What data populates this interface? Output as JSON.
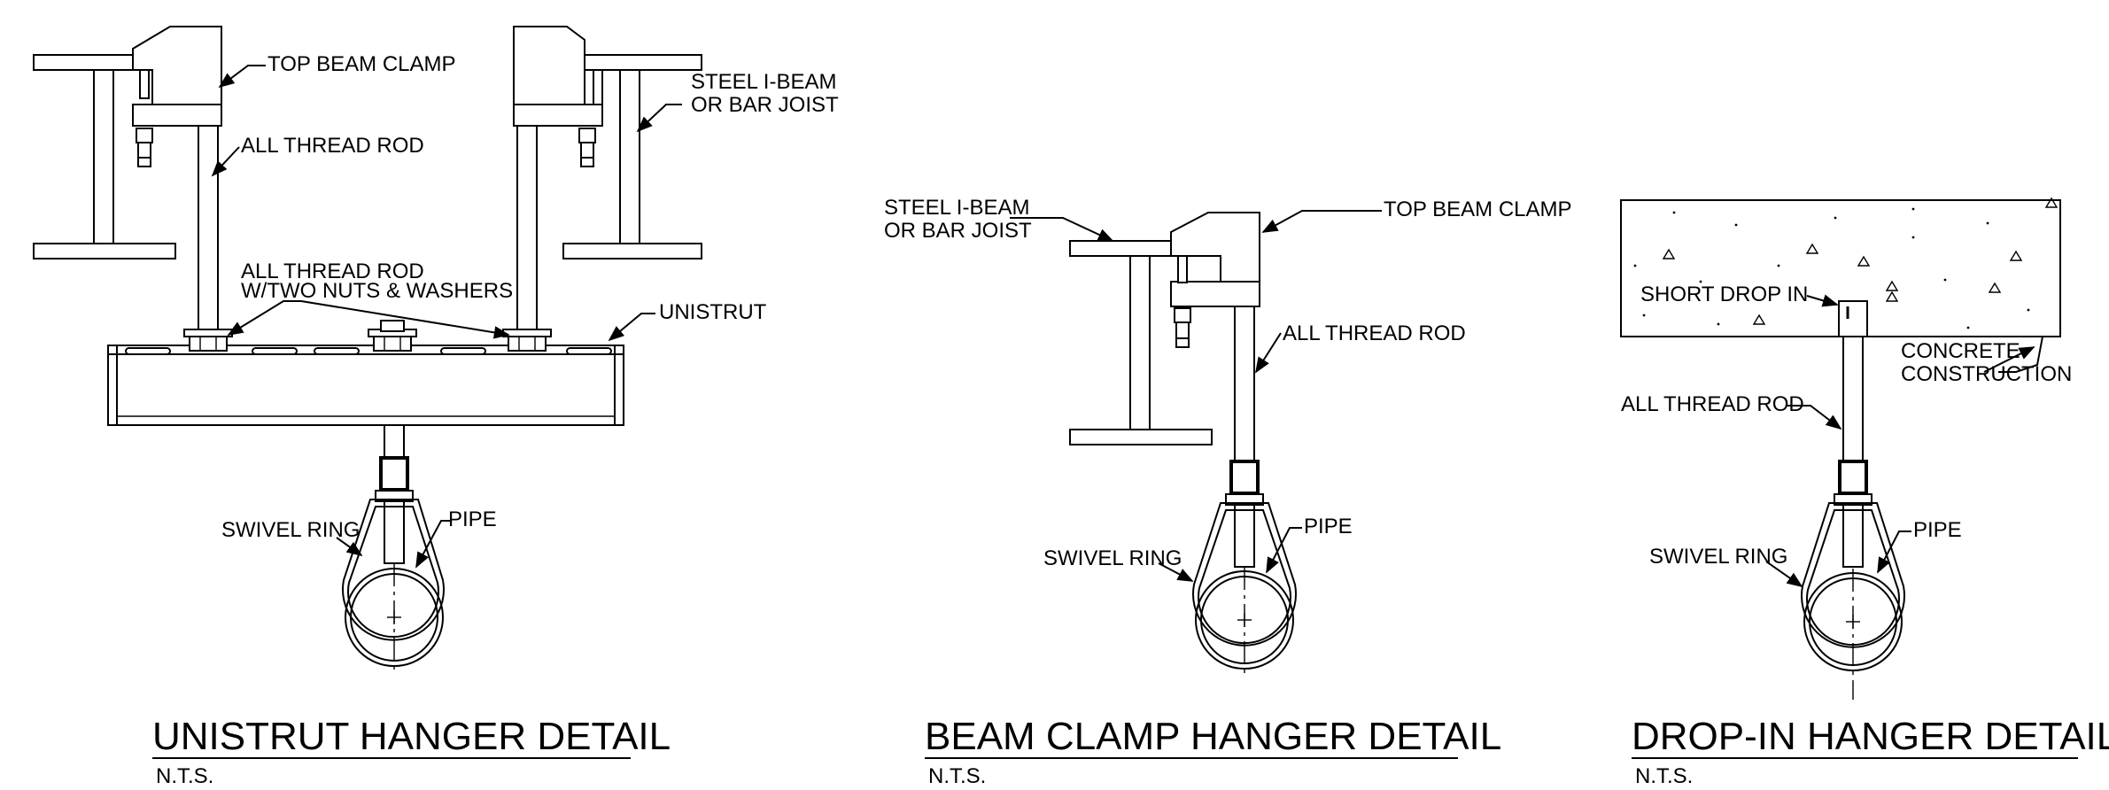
{
  "details": [
    {
      "title": "UNISTRUT HANGER DETAIL",
      "scale": "N.T.S.",
      "labels": {
        "top_beam_clamp": "TOP BEAM CLAMP",
        "all_thread_rod": "ALL THREAD ROD",
        "steel_beam_line1": "STEEL I-BEAM",
        "steel_beam_line2": "OR BAR JOIST",
        "rod_nuts_line1": "ALL THREAD ROD",
        "rod_nuts_line2": "W/TWO NUTS & WASHERS",
        "unistrut": "UNISTRUT",
        "swivel_ring": "SWIVEL RING",
        "pipe": "PIPE"
      }
    },
    {
      "title": "BEAM CLAMP HANGER DETAIL",
      "scale": "N.T.S.",
      "labels": {
        "steel_beam_line1": "STEEL I-BEAM",
        "steel_beam_line2": "OR BAR JOIST",
        "top_beam_clamp": "TOP BEAM CLAMP",
        "all_thread_rod": "ALL THREAD ROD",
        "swivel_ring": "SWIVEL RING",
        "pipe": "PIPE"
      }
    },
    {
      "title": "DROP-IN HANGER DETAIL",
      "scale": "N.T.S.",
      "labels": {
        "short_drop_in": "SHORT DROP IN",
        "concrete_line1": "CONCRETE",
        "concrete_line2": "CONSTRUCTION",
        "all_thread_rod": "ALL THREAD ROD",
        "swivel_ring": "SWIVEL RING",
        "pipe": "PIPE"
      }
    }
  ]
}
